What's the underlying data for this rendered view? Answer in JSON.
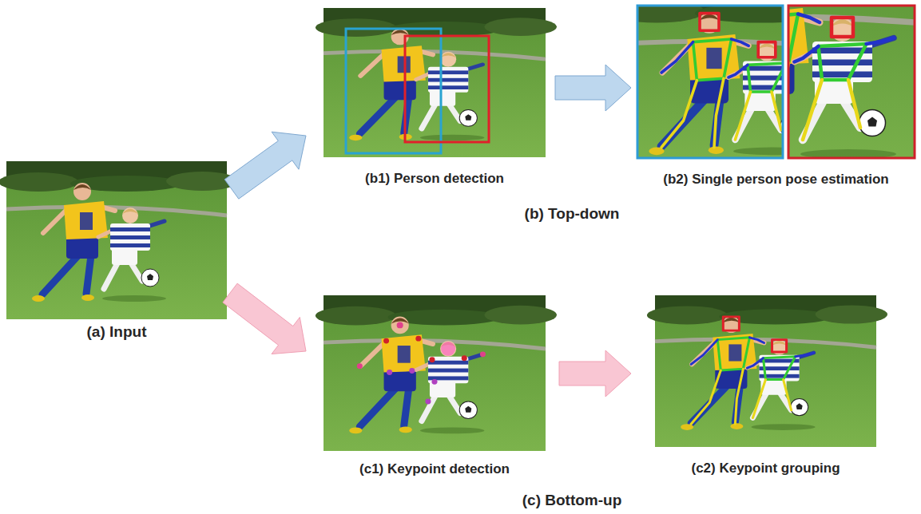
{
  "diagram": {
    "nodes": [
      {
        "text": [
          "(a) Input"
        ]
      },
      {
        "text": [
          "(b1) Person detection"
        ]
      },
      {
        "text": [
          "(b2) Single person pose estimation"
        ]
      },
      {
        "text": [
          "(c1) Keypoint detection"
        ]
      },
      {
        "text": [
          "(c2) Keypoint grouping"
        ]
      }
    ],
    "edges": [
      {
        "from": 0,
        "to": 1,
        "arrow": "to"
      },
      {
        "from": 1,
        "to": 2,
        "arrow": "to"
      },
      {
        "from": 0,
        "to": 3,
        "arrow": "to"
      },
      {
        "from": 3,
        "to": 4,
        "arrow": "to"
      }
    ],
    "labels": [
      "(b) Top-down",
      "(c) Bottom-up"
    ]
  }
}
